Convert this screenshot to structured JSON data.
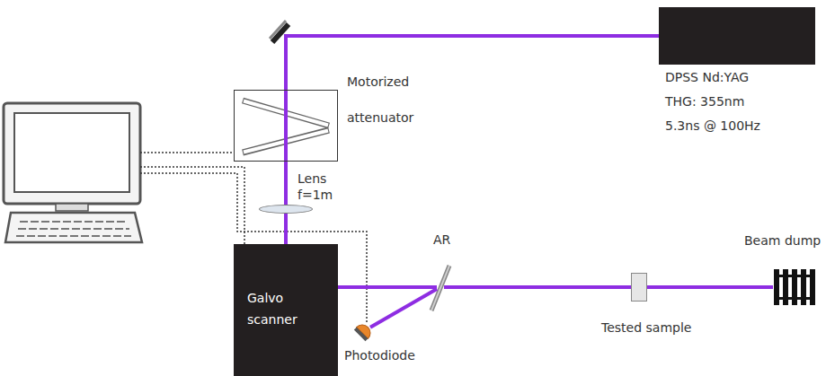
{
  "diagram": {
    "nodes": [
      {
        "text": [
          "DPSS Nd:YAG",
          "THG: 355nm",
          "5.3ns @ 100Hz"
        ]
      },
      {
        "text": [
          "Motorized attenuator"
        ]
      },
      {
        "text": [
          "Lens",
          "f=1m"
        ]
      },
      {
        "text": [
          "Galvo scanner"
        ]
      },
      {
        "text": [
          "AR"
        ]
      },
      {
        "text": [
          "Photodiode"
        ]
      },
      {
        "text": [
          "Tested sample"
        ]
      },
      {
        "text": [
          "Beam dump"
        ]
      }
    ],
    "edges": [
      {
        "from": 0,
        "to": 1,
        "arrow": "none"
      },
      {
        "from": 1,
        "to": 2,
        "arrow": "none"
      },
      {
        "from": 2,
        "to": 3,
        "arrow": "none"
      },
      {
        "from": 3,
        "to": 4,
        "arrow": "none"
      },
      {
        "from": 4,
        "to": 5,
        "arrow": "none"
      },
      {
        "from": 4,
        "to": 6,
        "arrow": "none"
      },
      {
        "from": 6,
        "to": 7,
        "arrow": "none"
      }
    ]
  }
}
